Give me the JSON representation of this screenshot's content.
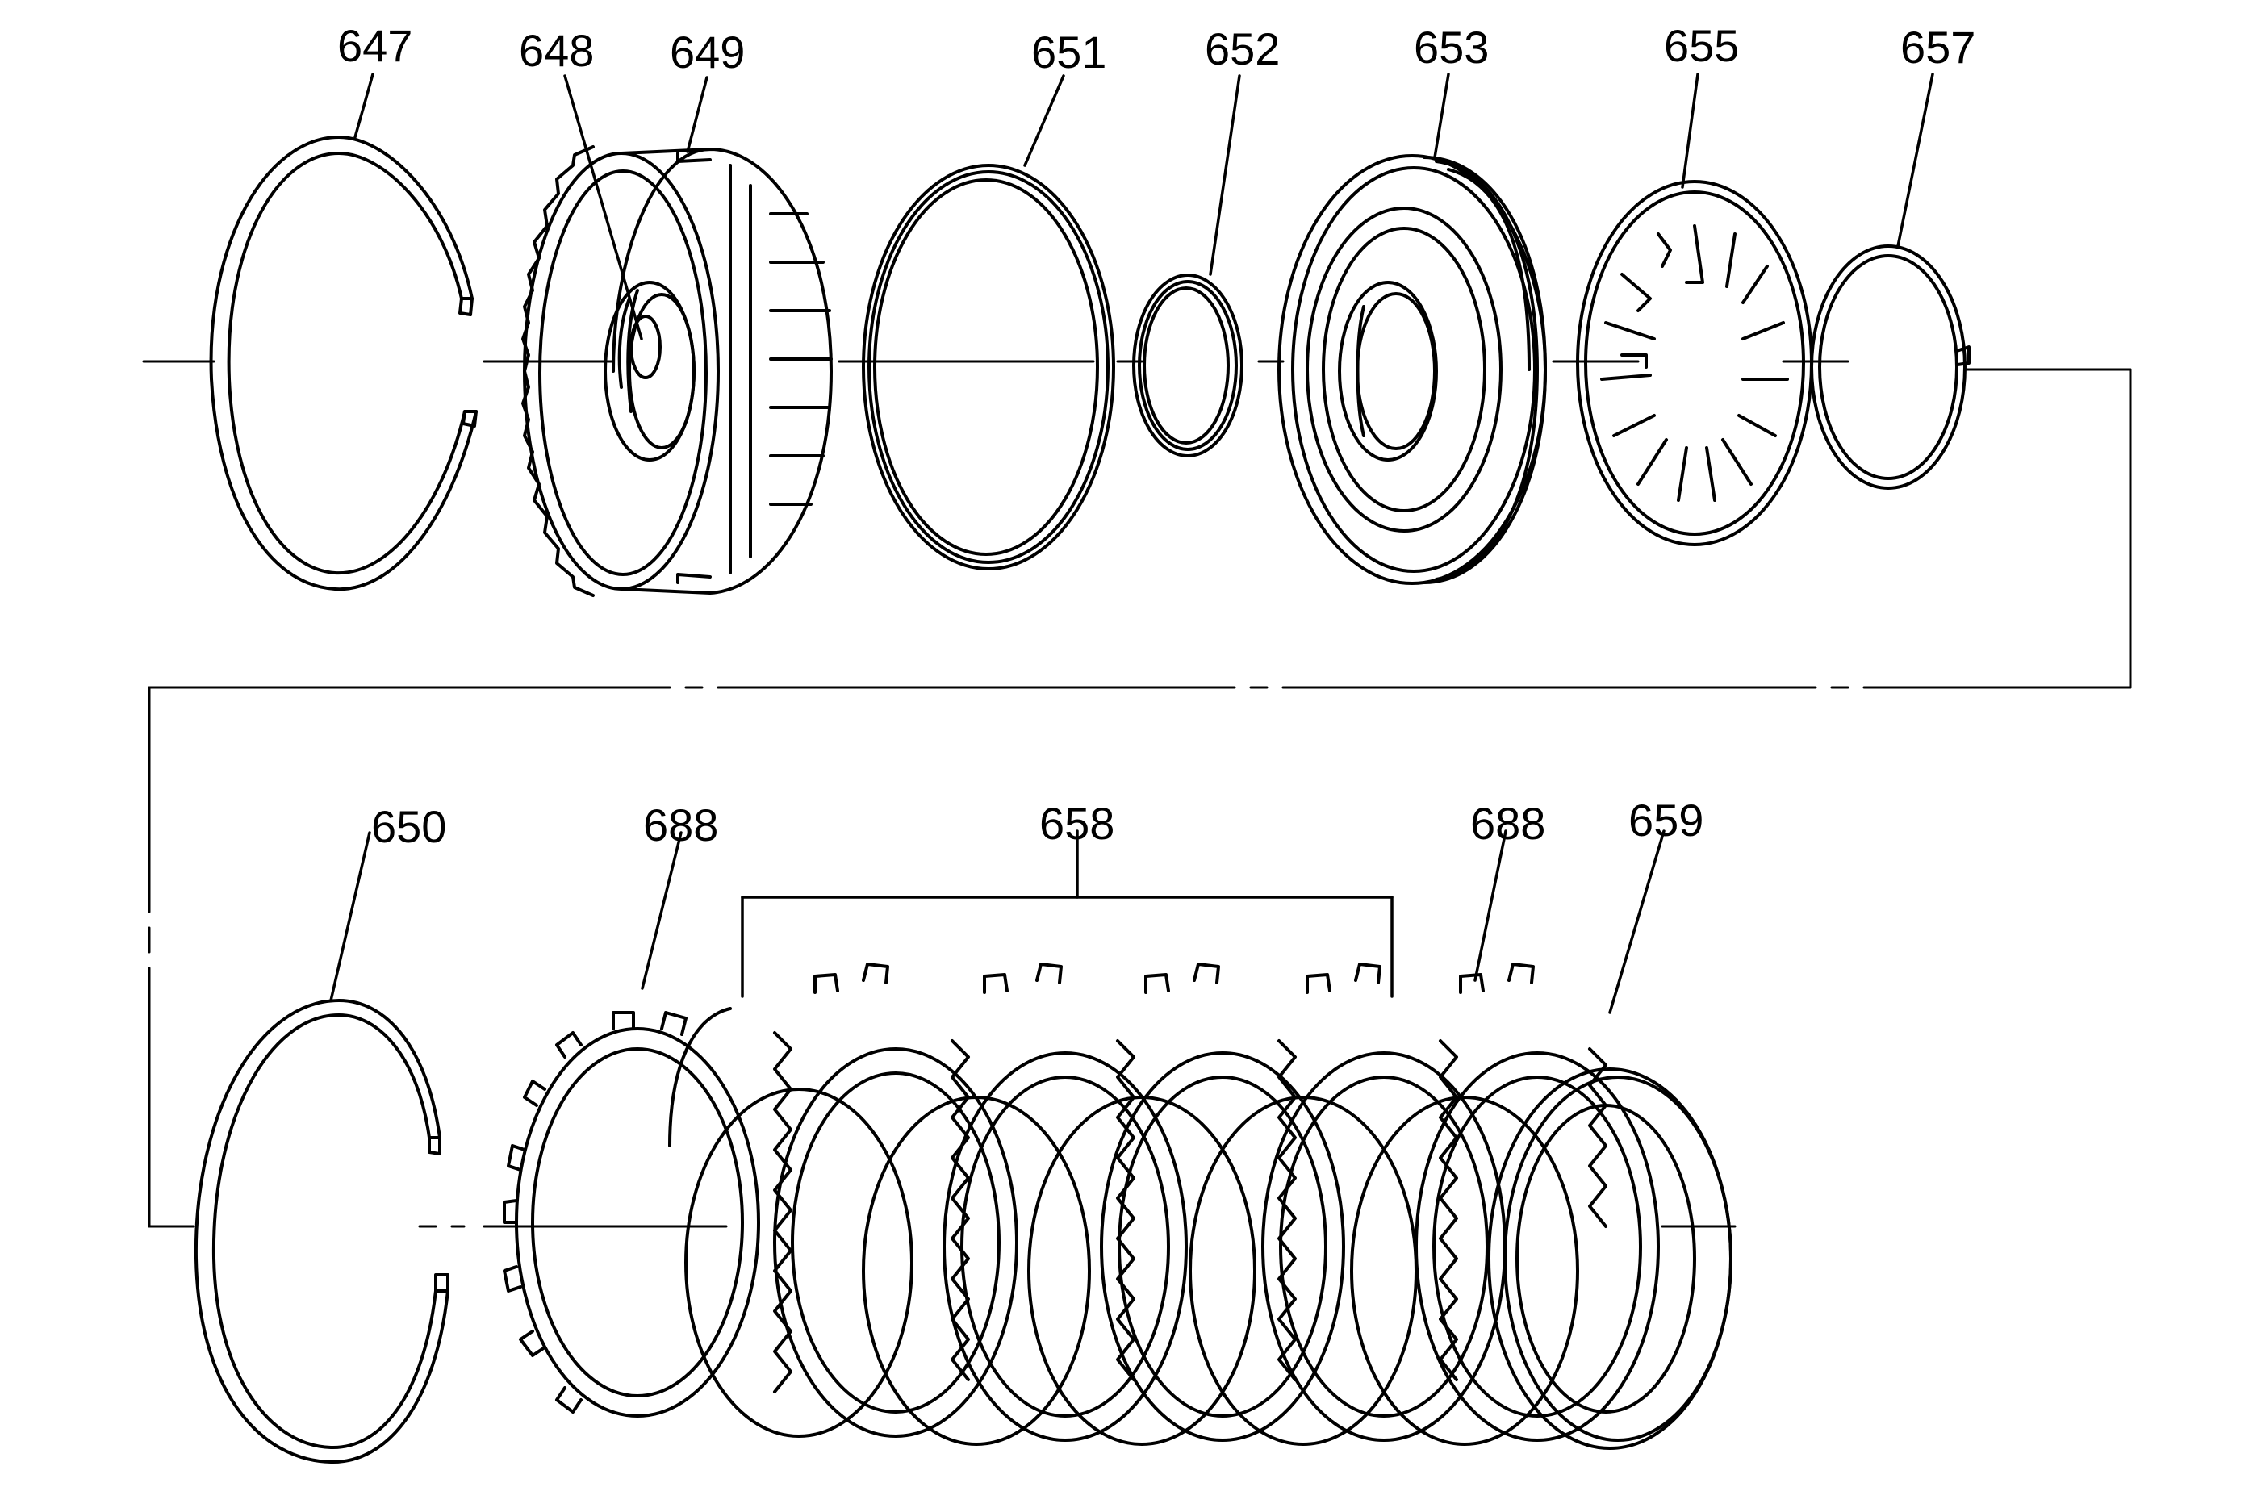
{
  "diagram": {
    "colors": {
      "ink": "#000000",
      "paper": "#ffffff"
    },
    "callouts": {
      "c647": "647",
      "c648": "648",
      "c649": "649",
      "c651": "651",
      "c652": "652",
      "c653": "653",
      "c655": "655",
      "c657": "657",
      "c650": "650",
      "c688a": "688",
      "c658": "658",
      "c688b": "688",
      "c659": "659"
    }
  }
}
